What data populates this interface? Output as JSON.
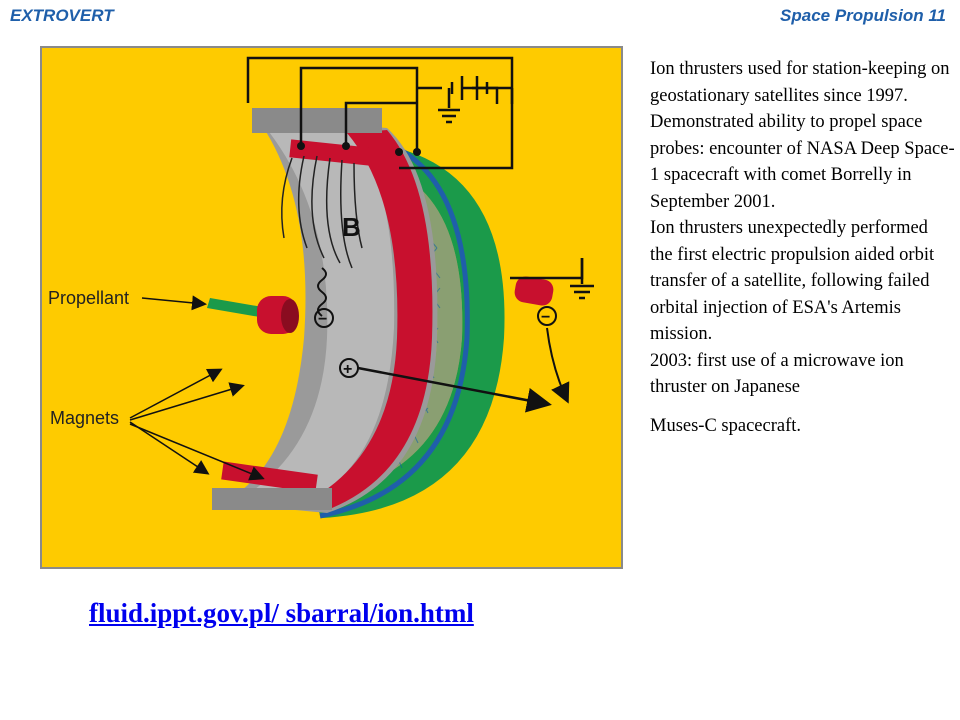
{
  "header": {
    "left": "EXTROVERT",
    "right": "Space Propulsion 11"
  },
  "figure": {
    "labels": {
      "propellant": "Propellant",
      "magnets": "Magnets",
      "field": "B",
      "minus": "−",
      "plus": "+"
    },
    "colors": {
      "background": "#fecb00",
      "grid": "#1b9a4a",
      "pole": "#c8102e",
      "body": "#9a9a9a"
    }
  },
  "text": {
    "paragraphs": [
      "Ion thrusters used for station-keeping on geostationary satellites since 1997.",
      "Demonstrated ability to propel space probes: encounter of NASA Deep Space-1 spacecraft with comet Borrelly in September 2001.",
      "Ion thrusters unexpectedly performed the first electric propulsion aided orbit transfer of a satellite, following failed orbital injection of ESA's Artemis mission.",
      "2003: first use of a microwave ion thruster on Japanese",
      "Muses-C spacecraft."
    ]
  },
  "link": {
    "text": "fluid.ippt.gov.pl/ sbarral/ion.html"
  }
}
